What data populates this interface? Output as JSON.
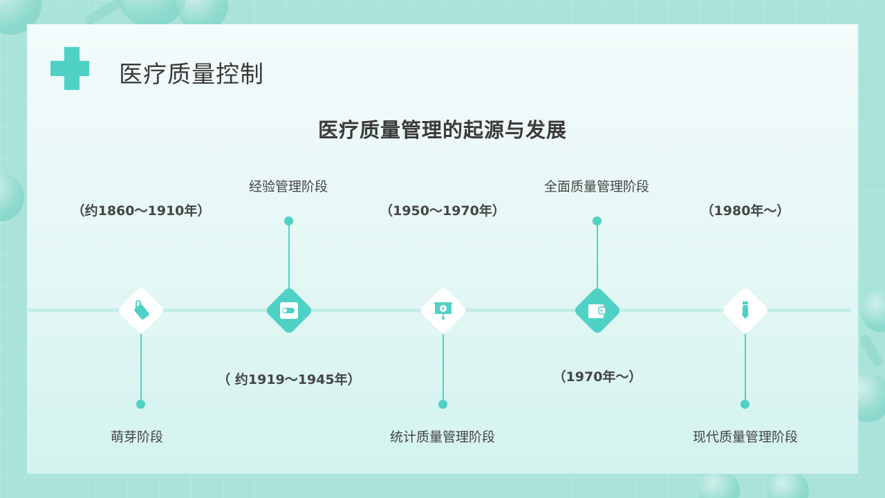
{
  "header": {
    "title": "医疗质量控制",
    "logo_icon": "medical-cross-icon"
  },
  "diagram": {
    "title": "医疗质量管理的起源与发展",
    "colors": {
      "accent": "#4fd1c5",
      "axis": "#c3eee8",
      "text": "#3a3a3a"
    },
    "stages": [
      {
        "name": "萌芽阶段",
        "period": "（约1860～1910年）",
        "icon": "tag-icon",
        "style": "white"
      },
      {
        "name": "经验管理阶段",
        "period": "（ 约1919～1945年）",
        "icon": "hard-drive-icon",
        "style": "teal"
      },
      {
        "name": "统计质量管理阶段",
        "period": "（1950～1970年）",
        "icon": "presentation-icon",
        "style": "white"
      },
      {
        "name": "全面质量管理阶段",
        "period": "（1970年～）",
        "icon": "wallet-icon",
        "style": "teal"
      },
      {
        "name": "现代质量管理阶段",
        "period": "（1980年～）",
        "icon": "necktie-icon",
        "style": "white"
      }
    ]
  }
}
